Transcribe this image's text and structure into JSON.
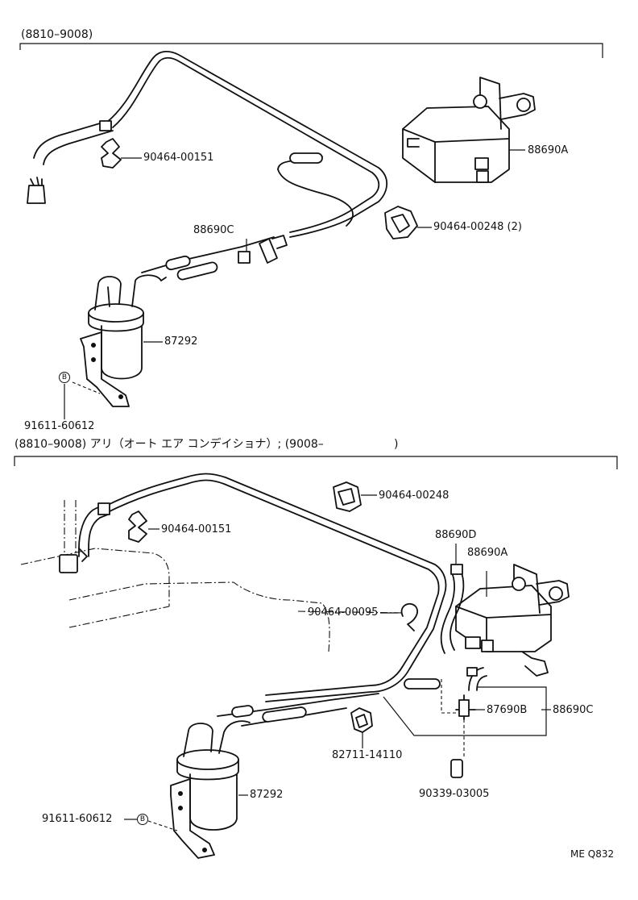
{
  "sections": [
    {
      "header": "(8810–9008)",
      "labels": {
        "clip_a": "90464-00151",
        "vsv": "88690A",
        "clamp": "90464-00248 (2)",
        "hose_c": "88690C",
        "canister": "87292",
        "bolt": "91611-60612",
        "bolt_mark": "B"
      }
    },
    {
      "header": "(8810–9008) アリ（オート エア コンデイショナ）; (9008–",
      "header_close": ")",
      "labels": {
        "clamp": "90464-00248",
        "clip_a": "90464-00151",
        "hose_d": "88690D",
        "vsv": "88690A",
        "clip_b": "90464-00095",
        "tee": "87690B",
        "hose_c": "88690C",
        "clamp_b": "82711-14110",
        "plug": "90339-03005",
        "canister": "87292",
        "bolt": "91611-60612",
        "bolt_mark": "B"
      }
    }
  ],
  "footer": {
    "code": "ME Q832"
  }
}
